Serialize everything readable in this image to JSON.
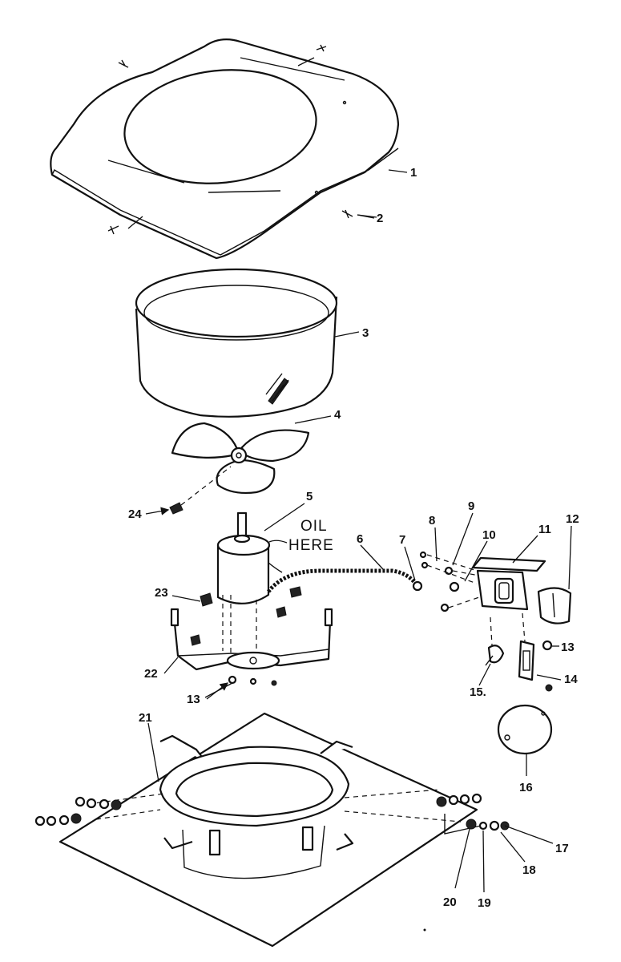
{
  "note": {
    "line1": "OIL",
    "line2": "HERE"
  },
  "callouts": [
    {
      "id": "1",
      "label": "1"
    },
    {
      "id": "2",
      "label": "2"
    },
    {
      "id": "3",
      "label": "3"
    },
    {
      "id": "4",
      "label": "4"
    },
    {
      "id": "5",
      "label": "5"
    },
    {
      "id": "6",
      "label": "6"
    },
    {
      "id": "7",
      "label": "7"
    },
    {
      "id": "8",
      "label": "8"
    },
    {
      "id": "9",
      "label": "9"
    },
    {
      "id": "10",
      "label": "10"
    },
    {
      "id": "11",
      "label": "11"
    },
    {
      "id": "12",
      "label": "12"
    },
    {
      "id": "13a",
      "label": "13"
    },
    {
      "id": "13b",
      "label": "13"
    },
    {
      "id": "14",
      "label": "14"
    },
    {
      "id": "15",
      "label": "15."
    },
    {
      "id": "16",
      "label": "16"
    },
    {
      "id": "17",
      "label": "17"
    },
    {
      "id": "18",
      "label": "18"
    },
    {
      "id": "19",
      "label": "19"
    },
    {
      "id": "20",
      "label": "20"
    },
    {
      "id": "21",
      "label": "21"
    },
    {
      "id": "22",
      "label": "22"
    },
    {
      "id": "23",
      "label": "23"
    },
    {
      "id": "24",
      "label": "24"
    }
  ]
}
